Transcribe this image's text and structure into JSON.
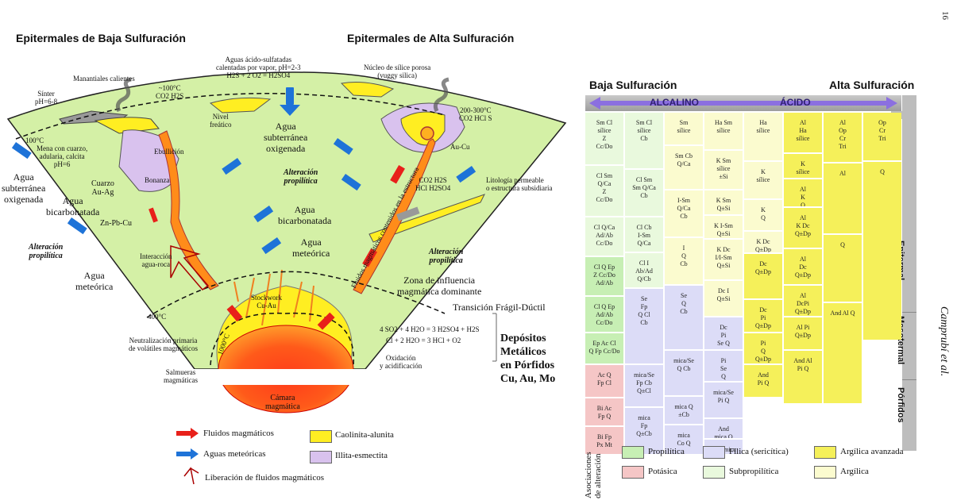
{
  "page_number": "16",
  "author": "Camprubí et al.",
  "left": {
    "title_low": "Epitermales de Baja Sulfuración",
    "title_high": "Epitermales de Alta Sulfuración",
    "labels": {
      "manantiales": "Manantiales calientes",
      "sinter": "Sínter\npH=6-8",
      "temp_low": "~100°C\nCO2 H2S",
      "aguas_acido": "Aguas ácido-sulfatadas\ncalentadas por vapor, pH=2-3\nH2S + 2 O2 = H2SO4",
      "nucleo": "Núcleo de sílice porosa\n(vuggy silica)",
      "temp_high": "200-300°C\nCO2 HCl S",
      "nivel_freatico": "Nivel\nfreático",
      "agua_sub_center": "Agua\nsubterránea\noxigenada",
      "agua_sub_left": "Agua\nsubterránea\noxigenada",
      "isotherm_100": "100°C",
      "mena": "Mena con cuarzo,\nadularia, calcita\npH=6",
      "ebullicion": "Ebullición",
      "bonanza": "Bonanza",
      "cuarzo": "Cuarzo\nAu-Ag",
      "agua_bicarb_left": "Agua\nbicarbonatada",
      "znpbcu": "Zn-Pb-Cu",
      "alteracion_prop_left": "Alteración\npropilítica",
      "agua_meteorica_left": "Agua\nmeteórica",
      "alteracion_prop_center": "Alteración\npropilítica",
      "agua_bicarb_center": "Agua\nbicarbonatada",
      "agua_meteorica_center": "Agua\nmeteórica",
      "interaccion": "Interacción\nagua-roca",
      "fluidos_estructura": "Fluidos magmáticos contenidos en la estructura",
      "aucu": "Au-Cu",
      "co2_h2s": "CO2 H2S\nHCl H2SO4",
      "litologia": "Litología permeable\no estructura subsidiaria",
      "alteracion_prop_right": "Alteración\npropilítica",
      "zona_influencia": "Zona de influencia\nmagmática dominante",
      "transicion": "Transición Frágil-Dúctil",
      "isotherm_400": "400°C",
      "stockwork": "Stockwork\nCu-Au",
      "neutralizacion": "Neutralización primaria\nde volátiles magmáticos",
      "salmueras": "Salmueras\nmagmáticas",
      "isotherm_1000": "1000°C",
      "camara": "Cámara\nmagmática",
      "eq1": "4 SO2 + 4 H2O = 3 H2SO4 + H2S",
      "eq2": "Cl + 2 H2O = 3 HCl + O2",
      "oxidacion": "Oxidación\ny acidificación",
      "depositos": "Depósitos\nMetálicos\nen Pórfidos\nCu, Au, Mo"
    },
    "legend": [
      {
        "label": "Fluidos magmáticos",
        "kind": "red-arrow"
      },
      {
        "label": "Aguas meteóricas",
        "kind": "blue-arrow"
      },
      {
        "label": "Liberación de fluidos magmáticos",
        "kind": "outline-arrow"
      },
      {
        "label": "Caolinita-alunita",
        "kind": "swatch",
        "color": "#ffee22"
      },
      {
        "label": "Illita-esmectita",
        "kind": "swatch",
        "color": "#d9c2ee"
      }
    ]
  },
  "right": {
    "title_low": "Baja Sulfuración",
    "title_high": "Alta Sulfuración",
    "bar_left": "ALCALINO",
    "bar_right": "ÁCIDO",
    "side_labels": [
      "Epitermal",
      "Mesotermal",
      "Pórfidos"
    ],
    "columns": [
      {
        "cells": [
          {
            "text": "Sm Cl\nsílice\nZ\nCc/Do",
            "type": "subprop"
          },
          {
            "text": "Cl Sm\nQ/Ca\nZ\nCc/Do",
            "type": "subprop"
          },
          {
            "text": "Cl Q/Ca\nAd/Ab\nCc/Do",
            "type": "subprop"
          },
          {
            "text": "Cl Q Ep\nZ Cc/Do\nAd/Ab",
            "type": "prop"
          },
          {
            "text": "Cl Q Ep\nAd/Ab\nCc/Do",
            "type": "prop"
          },
          {
            "text": "Ep Ac Cl\nQ Fp Cc/Do",
            "type": "prop"
          },
          {
            "text": "Ac Q\nFp Cl",
            "type": "potas"
          },
          {
            "text": "Bi Ac\nFp Q",
            "type": "potas"
          },
          {
            "text": "Bi Fp\nPx Mt",
            "type": "potas"
          }
        ]
      },
      {
        "cells": [
          {
            "text": "Sm Cl\nsílice\nCb",
            "type": "subprop"
          },
          {
            "text": "Cl Sm\nSm Q/Ca\nCb",
            "type": "subprop"
          },
          {
            "text": "Cl Cb\nI-Sm\nQ/Ca",
            "type": "subprop"
          },
          {
            "text": "Cl I\nAb/Ad\nQ/Cb",
            "type": "subprop"
          },
          {
            "text": "Se\nFp\nQ Cl\nCb",
            "type": "filica"
          },
          {
            "text": "mica/Se\nFp Cb\nQ±Cl",
            "type": "filica"
          },
          {
            "text": "mica\nFp\nQ±Cb",
            "type": "filica"
          }
        ]
      },
      {
        "cells": [
          {
            "text": "Sm\nsílice",
            "type": "argil"
          },
          {
            "text": "Sm Cb\nQ/Ca",
            "type": "argil"
          },
          {
            "text": "I-Sm\nQ/Ca\nCb",
            "type": "argil"
          },
          {
            "text": "I\nQ\nCb",
            "type": "argil"
          },
          {
            "text": "Se\nQ\nCb",
            "type": "filica"
          },
          {
            "text": "mica/Se\nQ Cb",
            "type": "filica"
          },
          {
            "text": "mica Q\n±Cb",
            "type": "filica"
          },
          {
            "text": "mica\nCo Q",
            "type": "filica"
          }
        ]
      },
      {
        "cells": [
          {
            "text": "Ha Sm\nsílice",
            "type": "argil"
          },
          {
            "text": "K Sm\nsílice\n±Si",
            "type": "argil"
          },
          {
            "text": "K Sm\nQ±Si",
            "type": "argil"
          },
          {
            "text": "K I-Sm\nQ±Si",
            "type": "argil"
          },
          {
            "text": "K Dc\nI/I-Sm\nQ±Si",
            "type": "argil"
          },
          {
            "text": "Dc I\nQ±Si",
            "type": "argil"
          },
          {
            "text": "Dc\nPi\nSe Q",
            "type": "filica"
          },
          {
            "text": "Pi\nSe\nQ",
            "type": "filica"
          },
          {
            "text": "mica/Se\nPi Q",
            "type": "filica"
          },
          {
            "text": "And\nmica Q",
            "type": "filica"
          },
          {
            "text": "And mica\nCo Q",
            "type": "filica"
          }
        ]
      },
      {
        "cells": [
          {
            "text": "Ha\nsílice",
            "type": "argil"
          },
          {
            "text": "K\nsílice",
            "type": "argil"
          },
          {
            "text": "K\nQ",
            "type": "argil"
          },
          {
            "text": "K Dc\nQ±Dp",
            "type": "argil"
          },
          {
            "text": "Dc\nQ±Dp",
            "type": "avanz"
          },
          {
            "text": "Dc\nPi\nQ±Dp",
            "type": "avanz"
          },
          {
            "text": "Pi\nQ\nQ±Dp",
            "type": "avanz"
          },
          {
            "text": "And\nPi Q",
            "type": "avanz"
          }
        ]
      },
      {
        "cells": [
          {
            "text": "Al\nHa\nsílice",
            "type": "avanz"
          },
          {
            "text": "K\nsílice",
            "type": "avanz"
          },
          {
            "text": "Al\nK\nQ",
            "type": "avanz"
          },
          {
            "text": "Al\nK Dc\nQ±Dp",
            "type": "avanz"
          },
          {
            "text": "Al\nDc\nQ±Dp",
            "type": "avanz"
          },
          {
            "text": "Al\nDcPi\nQ±Dp",
            "type": "avanz"
          },
          {
            "text": "Al Pi\nQ±Dp",
            "type": "avanz"
          },
          {
            "text": "And Al\nPi Q",
            "type": "avanz"
          }
        ]
      },
      {
        "cells": [
          {
            "text": "Al\nOp\nCr\nTri",
            "type": "avanz"
          },
          {
            "text": "Al",
            "type": "avanz"
          },
          {
            "text": "Q",
            "type": "avanz"
          },
          {
            "text": "And Al Q",
            "type": "avanz"
          }
        ]
      },
      {
        "cells": [
          {
            "text": "Op\nCr\nTri",
            "type": "avanz"
          },
          {
            "text": "Q",
            "type": "avanz"
          }
        ]
      }
    ],
    "legend_title": "Asociaciones\nde alteración",
    "legend": [
      {
        "label": "Propilítica",
        "color": "#c7efb4"
      },
      {
        "label": "Fílica (sericítica)",
        "color": "#dcdcf7"
      },
      {
        "label": "Argílica avanzada",
        "color": "#f5f05a"
      },
      {
        "label": "Potásica",
        "color": "#f5c6c6"
      },
      {
        "label": "Subpropilítica",
        "color": "#e9f9dd"
      },
      {
        "label": "Argílica",
        "color": "#fbfbcf"
      }
    ],
    "colors": {
      "subprop": "#e9f9dd",
      "prop": "#c7efb4",
      "potas": "#f5c6c6",
      "filica": "#dcdcf7",
      "argil": "#fbfbcf",
      "avanz": "#f5f05a"
    }
  }
}
